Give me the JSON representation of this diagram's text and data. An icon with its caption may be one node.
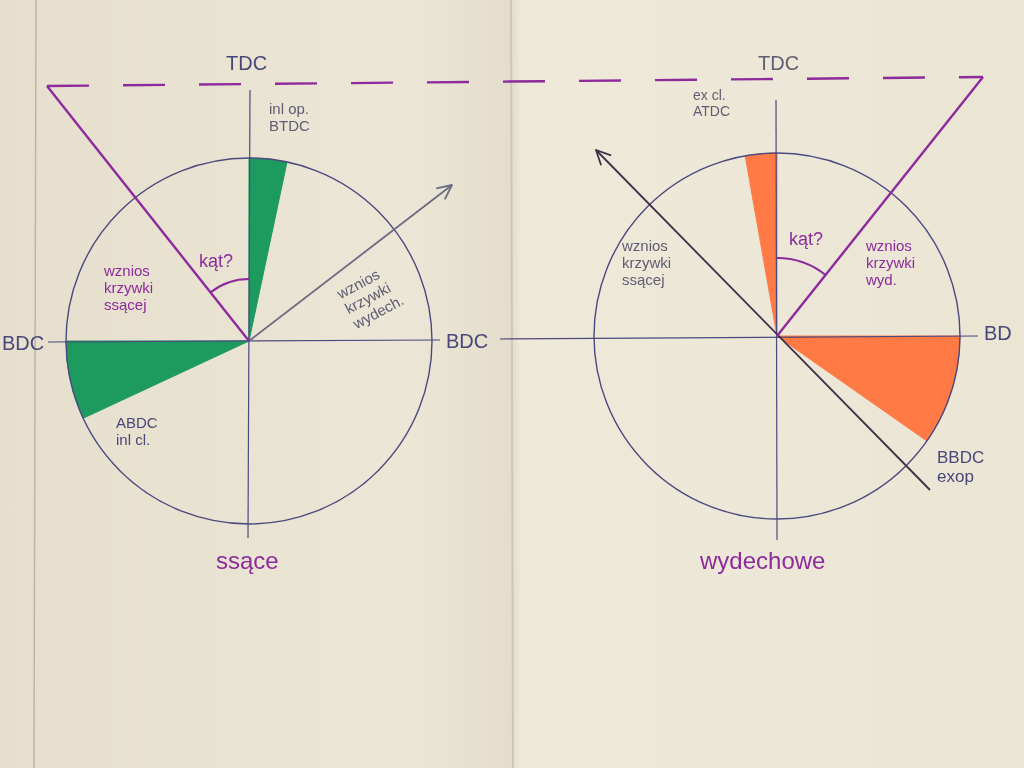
{
  "diagram": {
    "labels": [
      "TDC",
      "inl op. BTDC",
      "kąt?",
      "wznios krzywki ssącej",
      "wznios krzywki wydech.",
      "BDC",
      "BDC",
      "ABDC inl cl.",
      "ssące",
      "TDC",
      "ex cl. ATDC",
      "wznios krzywki ssącej",
      "kąt?",
      "wznios krzywki wyd.",
      "BD",
      "BBDC exop",
      "wydechowe"
    ]
  }
}
